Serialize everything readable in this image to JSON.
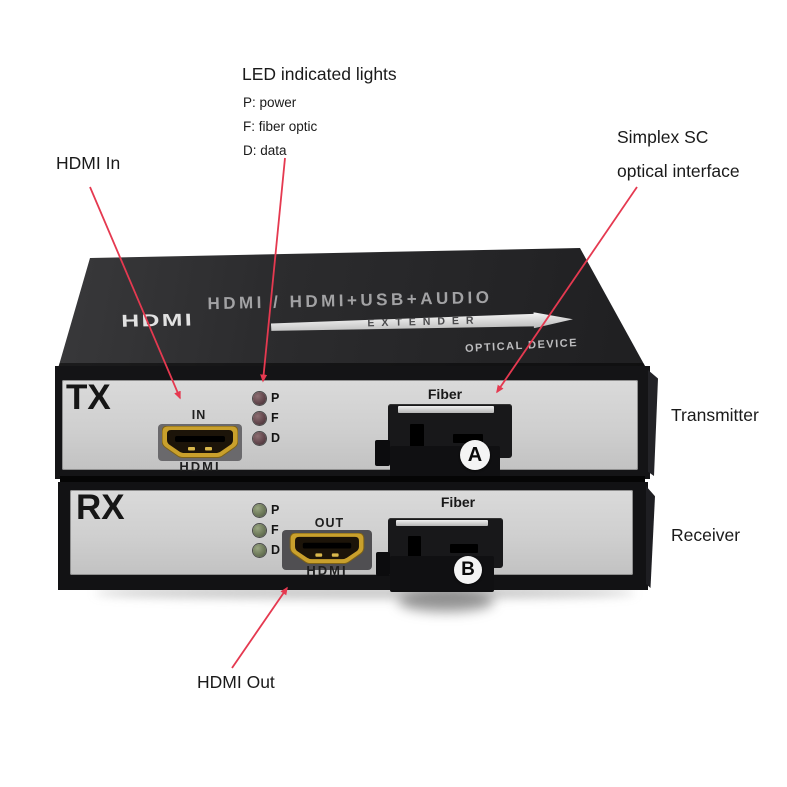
{
  "annotations": {
    "hdmi_in": "HDMI In",
    "led_title": "LED indicated lights",
    "led_items": [
      "P: power",
      "F: fiber optic",
      "D: data"
    ],
    "simplex_sc_line1": "Simplex SC",
    "simplex_sc_line2": "optical interface",
    "transmitter": "Transmitter",
    "receiver": "Receiver",
    "hdmi_out": "HDMI Out"
  },
  "device": {
    "top_panel": {
      "title": "HDMI / HDMI+USB+AUDIO",
      "brand_logo": "HDMI",
      "banner": "EXTENDER",
      "caption": "OPTICAL DEVICE"
    },
    "tx": {
      "label": "TX",
      "port_label": "IN",
      "port_caption": "HDMI",
      "leds": [
        "P",
        "F",
        "D"
      ],
      "fiber_label": "Fiber",
      "connector_letter": "A"
    },
    "rx": {
      "label": "RX",
      "port_label": "OUT",
      "port_caption": "HDMI",
      "leds": [
        "P",
        "F",
        "D"
      ],
      "fiber_label": "Fiber",
      "connector_letter": "B"
    }
  },
  "colors": {
    "arrow-red": "#e53950",
    "annotation-text": "#1a1a1a",
    "top-text-gray": "#a2a2a4",
    "panel-gray": "#cfcfcf",
    "chassis-black": "#141416",
    "hdmi-gold": "#c9a02c",
    "led-tx": "#63474d",
    "led-rx": "#6e7a5a"
  }
}
